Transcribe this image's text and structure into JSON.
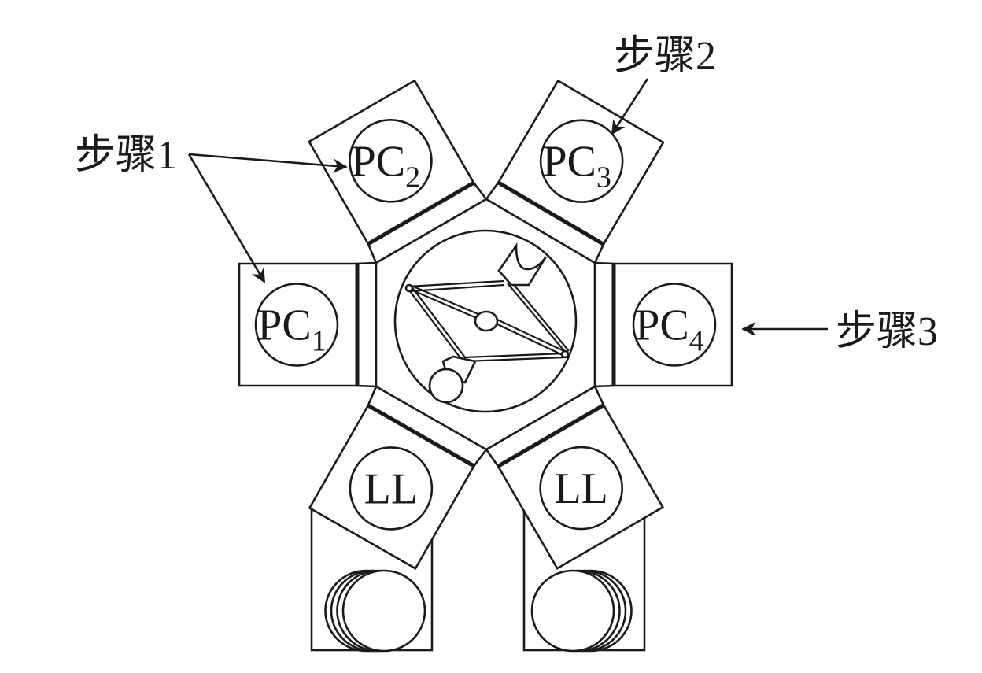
{
  "title": "Cluster tool wafer processing sequence",
  "colors": {
    "ink": "#1a1a1a",
    "background": "#ffffff"
  },
  "chambers": [
    {
      "id": "pc1",
      "base": "PC",
      "sub": "1",
      "position": "left"
    },
    {
      "id": "pc2",
      "base": "PC",
      "sub": "2",
      "position": "upper-left"
    },
    {
      "id": "pc3",
      "base": "PC",
      "sub": "3",
      "position": "upper-right"
    },
    {
      "id": "pc4",
      "base": "PC",
      "sub": "4",
      "position": "right"
    },
    {
      "id": "ll-left",
      "base": "LL",
      "sub": "",
      "position": "lower-left"
    },
    {
      "id": "ll-right",
      "base": "LL",
      "sub": "",
      "position": "lower-right"
    }
  ],
  "steps": [
    {
      "label": "步骤1",
      "targets": [
        "pc2",
        "pc1"
      ]
    },
    {
      "label": "步骤2",
      "targets": [
        "pc3"
      ]
    },
    {
      "label": "步骤3",
      "targets": [
        "pc4"
      ]
    }
  ],
  "cassettes": [
    {
      "id": "cassette-left",
      "wafer_count": 4
    },
    {
      "id": "cassette-right",
      "wafer_count": 4
    }
  ],
  "robot": {
    "name": "transfer-robot",
    "arms": 2
  }
}
